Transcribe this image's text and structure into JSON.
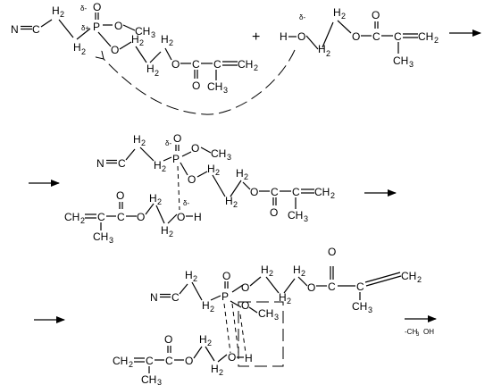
{
  "atoms": {
    "n": "N",
    "c": "C",
    "h": "H",
    "h2": "2",
    "h3": "3",
    "p": "P",
    "o": "O",
    "ch": "CH",
    "delta_minus": "δ-",
    "delta_plus": "δ+"
  },
  "operators": {
    "plus": "+"
  },
  "condition": {
    "eliminated": "-CH",
    "eliminated_sub": "3",
    "eliminated_tail": "OH"
  }
}
